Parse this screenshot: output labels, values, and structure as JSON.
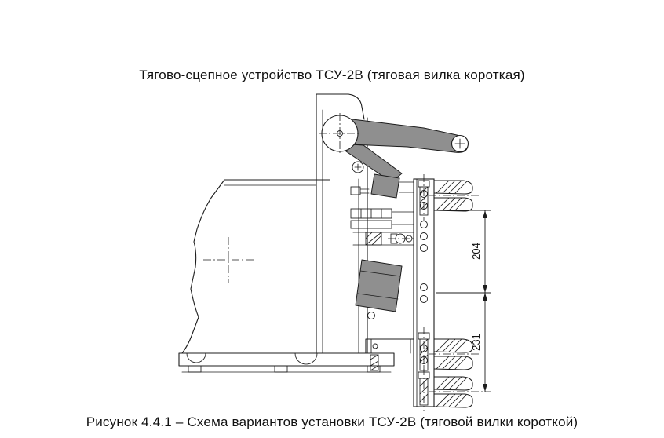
{
  "page": {
    "background": "#ffffff",
    "title": "Тягово-сцепное устройство ТСУ-2В (тяговая вилка короткая)",
    "caption": "Рисунок 4.4.1 – Схема вариантов установки ТСУ-2В (тяговой вилки короткой)"
  },
  "drawing": {
    "type": "technical-drawing",
    "dimension_labels": [
      "204",
      "231"
    ],
    "colors": {
      "line": "#1c1c1c",
      "metal_fill": "#8f8f8f",
      "background": "#ffffff"
    }
  }
}
